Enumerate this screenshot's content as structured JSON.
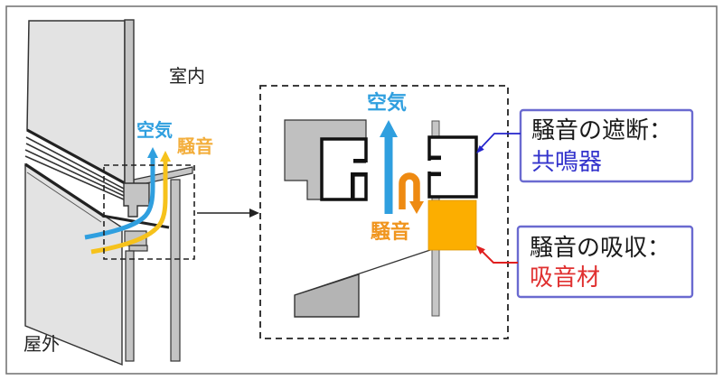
{
  "figure": {
    "left": {
      "indoor": "室内",
      "outdoor": "屋外",
      "air": "空気",
      "noise": "騒音"
    },
    "detail": {
      "air": "空気",
      "noise": "騒音"
    },
    "callout_resonator": {
      "title": "騒音の遮断：",
      "value": "共鳴器"
    },
    "callout_absorber": {
      "title": "騒音の吸収：",
      "value": "吸音材"
    }
  },
  "colors": {
    "air_blue": "#2f9fdf",
    "noise_orange_text": "#f0951e",
    "noise_yellow_flow": "#f6c21c",
    "uturn_arrow_orange": "#ee8a12",
    "absorber_fill": "#fcae00",
    "callout_border": "#6a6ad0",
    "resonator_text_blue": "#3434cc",
    "absorber_text_red": "#e03030",
    "leader_blue": "#2424cc",
    "leader_red": "#e02020",
    "panel_gray": "#e3e3e3",
    "frame_gray": "#c4c4c4",
    "outline_dark": "#333333"
  }
}
